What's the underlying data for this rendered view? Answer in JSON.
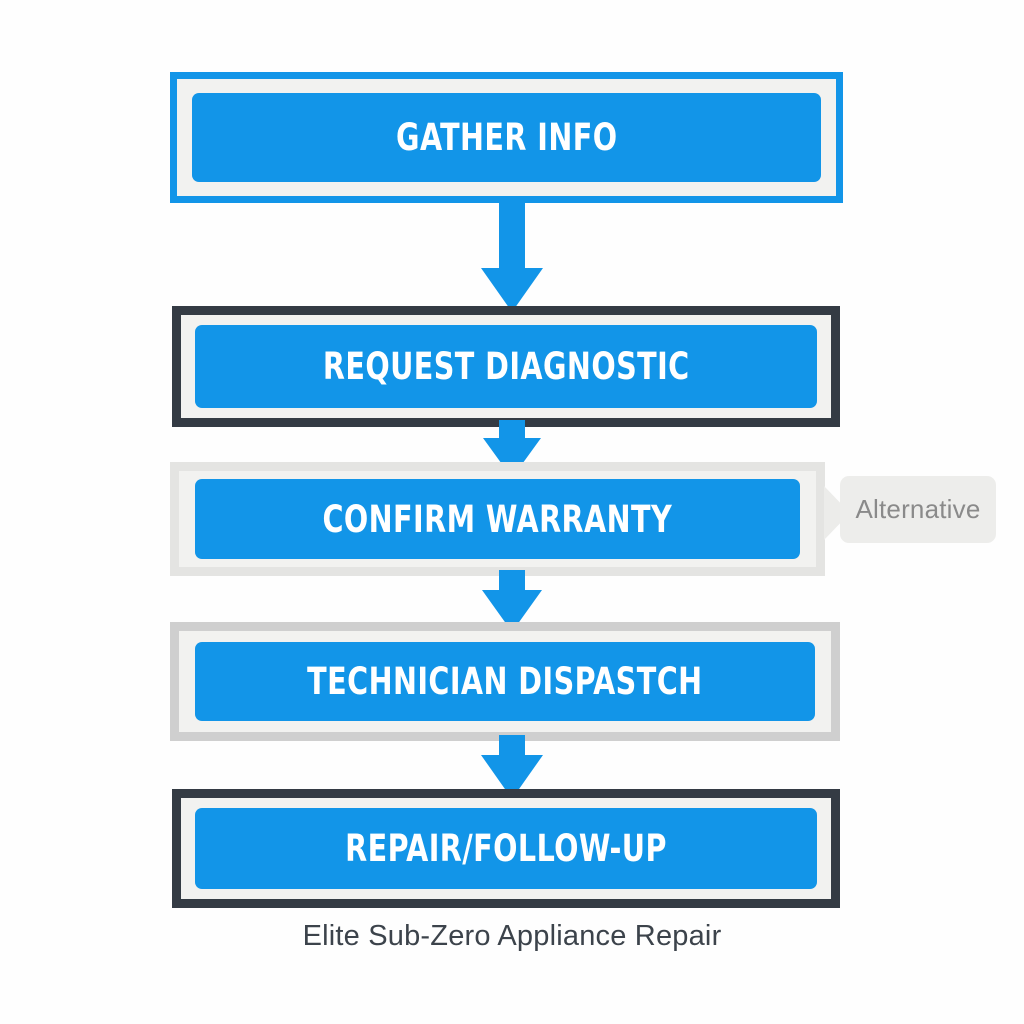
{
  "diagram": {
    "title": "Elite Sub-Zero Appliance Repair",
    "caption": "Elite Sub-Zero Appliance Repair",
    "type": "vertical-flowchart",
    "accent_color": "#1295e8",
    "background_color": "#fefefe",
    "caption_color": "#3c434b",
    "nodes": [
      {
        "id": "gather-info",
        "label": "GATHER INFO",
        "order": 1,
        "frame_color": "#1295e8",
        "fill_color": "#1295e8",
        "text_color": "#ffffff"
      },
      {
        "id": "request-diagnostic",
        "label": "REQUEST DIAGNOSTIC",
        "order": 2,
        "frame_color": "#343b44",
        "fill_color": "#1295e8",
        "text_color": "#ffffff"
      },
      {
        "id": "confirm-warranty",
        "label": "CONFIRM WARRANTY",
        "order": 3,
        "frame_color": "#e4e4e2",
        "fill_color": "#1295e8",
        "text_color": "#ffffff"
      },
      {
        "id": "technician-dispastch",
        "label": "TECHNICIAN DISPASTCH",
        "order": 4,
        "frame_color": "#cfcfcf",
        "fill_color": "#1295e8",
        "text_color": "#ffffff"
      },
      {
        "id": "repair-follow-up",
        "label": "REPAIR/FOLLOW-UP",
        "order": 5,
        "frame_color": "#343b44",
        "fill_color": "#1295e8",
        "text_color": "#ffffff"
      }
    ],
    "branch": {
      "id": "alternative",
      "label": "Alternative",
      "attached_to": "confirm-warranty",
      "direction": "right",
      "box_color": "#ededeb",
      "text_color": "#8a8a8a"
    },
    "connectors": [
      {
        "id": "arrow-1",
        "from": "gather-info",
        "to": "request-diagnostic",
        "style": "down-arrow",
        "color": "#1295e8"
      },
      {
        "id": "arrow-2",
        "from": "request-diagnostic",
        "to": "confirm-warranty",
        "style": "down-arrow",
        "color": "#1295e8"
      },
      {
        "id": "arrow-3",
        "from": "confirm-warranty",
        "to": "technician-dispastch",
        "style": "down-arrow",
        "color": "#1295e8"
      },
      {
        "id": "arrow-4",
        "from": "technician-dispastch",
        "to": "repair-follow-up",
        "style": "down-arrow",
        "color": "#1295e8"
      }
    ]
  }
}
